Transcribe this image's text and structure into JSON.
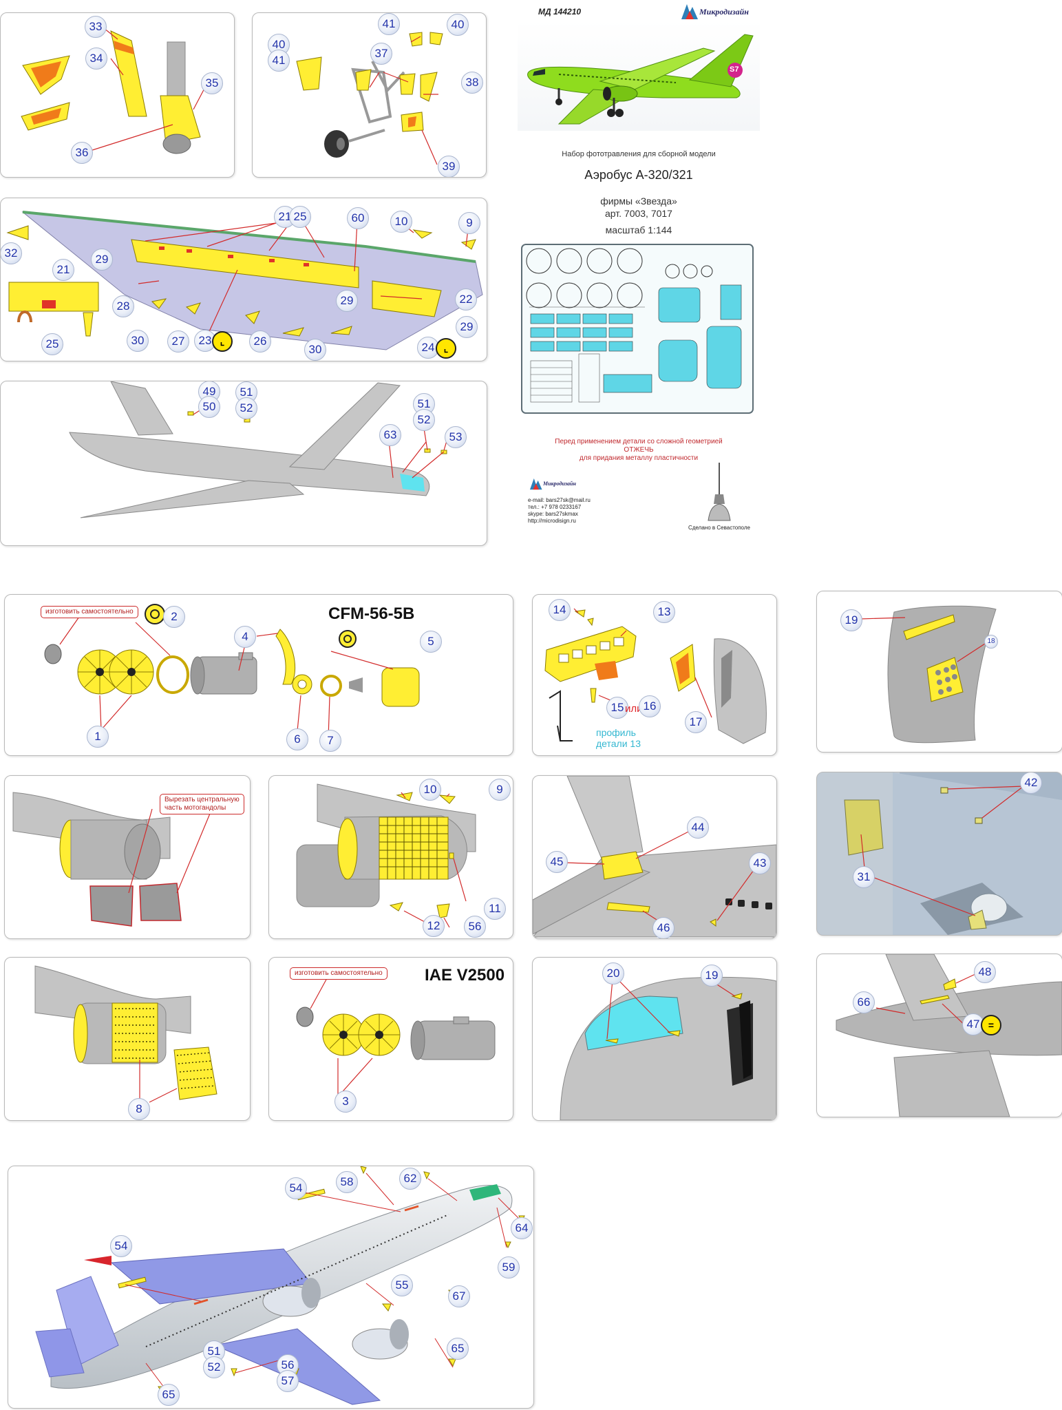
{
  "header": {
    "code": "МД 144210",
    "brand": "Микродизайн",
    "subtitle": "Набор фототравления для сборной модели",
    "model": "Аэробус А-320/321",
    "maker": "фирмы «Звезда»",
    "art": "арт. 7003, 7017",
    "scale": "масштаб 1:144",
    "warning_line1": "Перед применением детали со сложной геометрией",
    "warning_line2": "ОТЖЕЧЬ",
    "warning_line3": "для придания металлу пластичности",
    "contacts": {
      "email": "e-mail: bars27sk@mail.ru",
      "phone": "тел.: +7 978 0233167",
      "skype": "skype: bars27skmax",
      "site": "http://microdisign.ru"
    },
    "made_in": "Сделано в Севастополе",
    "livery_logo": "S7"
  },
  "labels": {
    "self_made": "изготовить самостоятельно",
    "self_made_2": "изготовить самостоятельно",
    "cfm_title": "CFM-56-5B",
    "iae_title": "IAE V2500",
    "or_word": "или",
    "profile_line1": "профиль",
    "profile_line2": "детали 13",
    "cut_center_line1": "Вырезать центральную",
    "cut_center_line2": "часть мотогандолы"
  },
  "callouts": {
    "p1": [
      "33",
      "34",
      "35",
      "36"
    ],
    "p2": [
      "41",
      "40",
      "40",
      "41",
      "37",
      "38",
      "39"
    ],
    "p3": [
      "21",
      "25",
      "60",
      "10",
      "9",
      "32",
      "29",
      "21",
      "28",
      "29",
      "22",
      "29",
      "25",
      "30",
      "27",
      "23",
      "26",
      "30",
      "24"
    ],
    "p4": [
      "49",
      "50",
      "51",
      "52",
      "51",
      "52",
      "63",
      "53"
    ],
    "p5": [
      "2",
      "4",
      "5",
      "1",
      "6",
      "7"
    ],
    "p6": [
      "14",
      "13",
      "15",
      "16",
      "17"
    ],
    "p7": [
      "19",
      "18"
    ],
    "p9": [
      "10",
      "9",
      "11",
      "12",
      "56"
    ],
    "p10": [
      "44",
      "45",
      "43",
      "46"
    ],
    "p11": [
      "42",
      "31"
    ],
    "p12": [
      "8"
    ],
    "p13": [
      "3"
    ],
    "p14": [
      "20",
      "19"
    ],
    "p15": [
      "48",
      "66",
      "47"
    ],
    "p16": [
      "54",
      "58",
      "62",
      "64",
      "54",
      "59",
      "55",
      "67",
      "65",
      "51",
      "52",
      "56",
      "57",
      "65"
    ]
  },
  "colors": {
    "part_yellow": "#ffee33",
    "part_orange": "#f07b1a",
    "grey_airframe": "#c4c4c4",
    "cyan_glass": "#5fe3ef",
    "s7_green": "#9be21c",
    "fret_cyan": "#5fd6e6",
    "callout_text": "#2233aa",
    "leader_line": "#d22a2a"
  }
}
